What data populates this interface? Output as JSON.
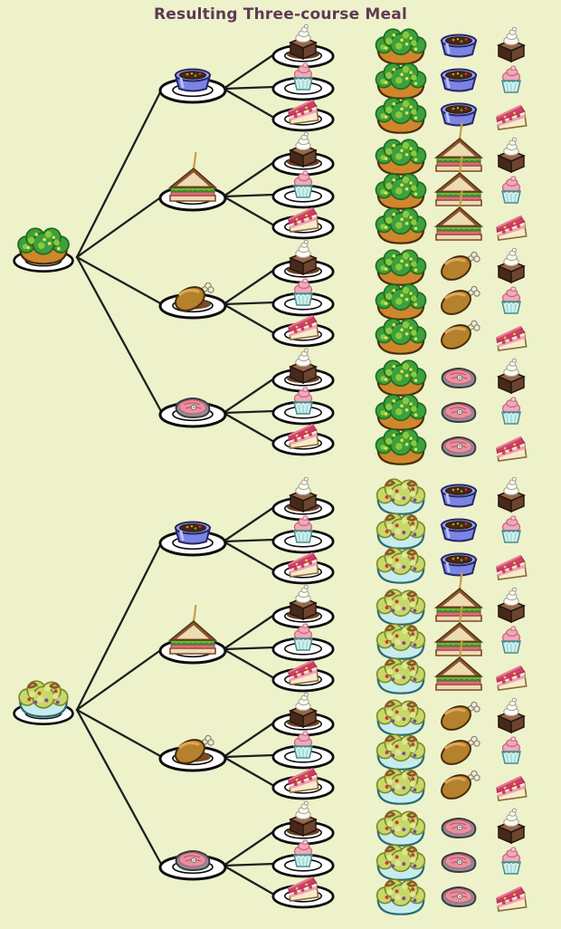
{
  "title": "Resulting Three-course Meal",
  "colors": {
    "background": "#edf2cb",
    "title_text": "#5f3a56",
    "connector": "#1f1f1f",
    "plate": "#ffffff",
    "plate_outline": "#0d0d0d",
    "soup_bowl": "#7b84e2",
    "salad_bowl": "#d0862c",
    "caesar_bowl": "#c6ecee",
    "cake_icing": "#cf3f63",
    "cupcake_frosting": "#f2a8b8",
    "steak_meat": "#e8919e",
    "chicken_skin": "#b5812d"
  },
  "courses": {
    "starters": [
      "green-salad",
      "caesar-salad"
    ],
    "mains": [
      "soup",
      "sandwich",
      "chicken-leg",
      "steak"
    ],
    "desserts": [
      "choc-cake",
      "cupcake",
      "cake-slice"
    ]
  },
  "combinations": [
    [
      "green-salad",
      "soup",
      "choc-cake"
    ],
    [
      "green-salad",
      "soup",
      "cupcake"
    ],
    [
      "green-salad",
      "soup",
      "cake-slice"
    ],
    [
      "green-salad",
      "sandwich",
      "choc-cake"
    ],
    [
      "green-salad",
      "sandwich",
      "cupcake"
    ],
    [
      "green-salad",
      "sandwich",
      "cake-slice"
    ],
    [
      "green-salad",
      "chicken-leg",
      "choc-cake"
    ],
    [
      "green-salad",
      "chicken-leg",
      "cupcake"
    ],
    [
      "green-salad",
      "chicken-leg",
      "cake-slice"
    ],
    [
      "green-salad",
      "steak",
      "choc-cake"
    ],
    [
      "green-salad",
      "steak",
      "cupcake"
    ],
    [
      "green-salad",
      "steak",
      "cake-slice"
    ],
    [
      "caesar-salad",
      "soup",
      "choc-cake"
    ],
    [
      "caesar-salad",
      "soup",
      "cupcake"
    ],
    [
      "caesar-salad",
      "soup",
      "cake-slice"
    ],
    [
      "caesar-salad",
      "sandwich",
      "choc-cake"
    ],
    [
      "caesar-salad",
      "sandwich",
      "cupcake"
    ],
    [
      "caesar-salad",
      "sandwich",
      "cake-slice"
    ],
    [
      "caesar-salad",
      "chicken-leg",
      "choc-cake"
    ],
    [
      "caesar-salad",
      "chicken-leg",
      "cupcake"
    ],
    [
      "caesar-salad",
      "chicken-leg",
      "cake-slice"
    ],
    [
      "caesar-salad",
      "steak",
      "choc-cake"
    ],
    [
      "caesar-salad",
      "steak",
      "cupcake"
    ],
    [
      "caesar-salad",
      "steak",
      "cake-slice"
    ]
  ]
}
